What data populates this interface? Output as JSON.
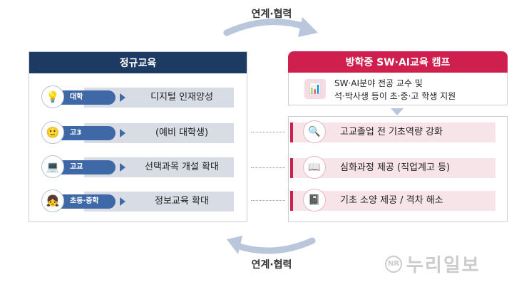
{
  "top_link": "연계·협력",
  "bottom_link": "연계·협력",
  "left": {
    "title": "정규교육",
    "rows": [
      {
        "level": "대학",
        "text": "디지털 인재양성",
        "icon": "lightbulb-icon"
      },
      {
        "level": "고3",
        "text": "(예비 대학생)",
        "icon": "student-icon"
      },
      {
        "level": "고교",
        "text": "선택과목 개설 확대",
        "icon": "computer-icon"
      },
      {
        "level": "초등·중학",
        "text": "정보교육 확대",
        "icon": "children-icon"
      }
    ]
  },
  "right": {
    "title": "방학중 SW·AI교육 캠프",
    "top_box_line1": "SW·AI분야 전공 교수 및",
    "top_box_line2": "석·박사생 등이 초·중·고 학생 지원",
    "top_box_icon": "presentation-icon",
    "rows": [
      {
        "text": "고교졸업 전 기초역량 강화",
        "icon": "magnifier-screen-icon"
      },
      {
        "text": "심화과정 제공 (직업계고 등)",
        "icon": "book-icon"
      },
      {
        "text": "기초 소양 제공 / 격차 해소",
        "icon": "notebook-icon"
      }
    ]
  },
  "watermark": {
    "mark": "NR",
    "text": "누리일보"
  },
  "colors": {
    "navy": "#1d3a63",
    "crimson": "#cf1f4f",
    "pill_blue": "#3f69a6",
    "row_grey": "#d7dce5",
    "row_pink": "#f7e4e8"
  }
}
